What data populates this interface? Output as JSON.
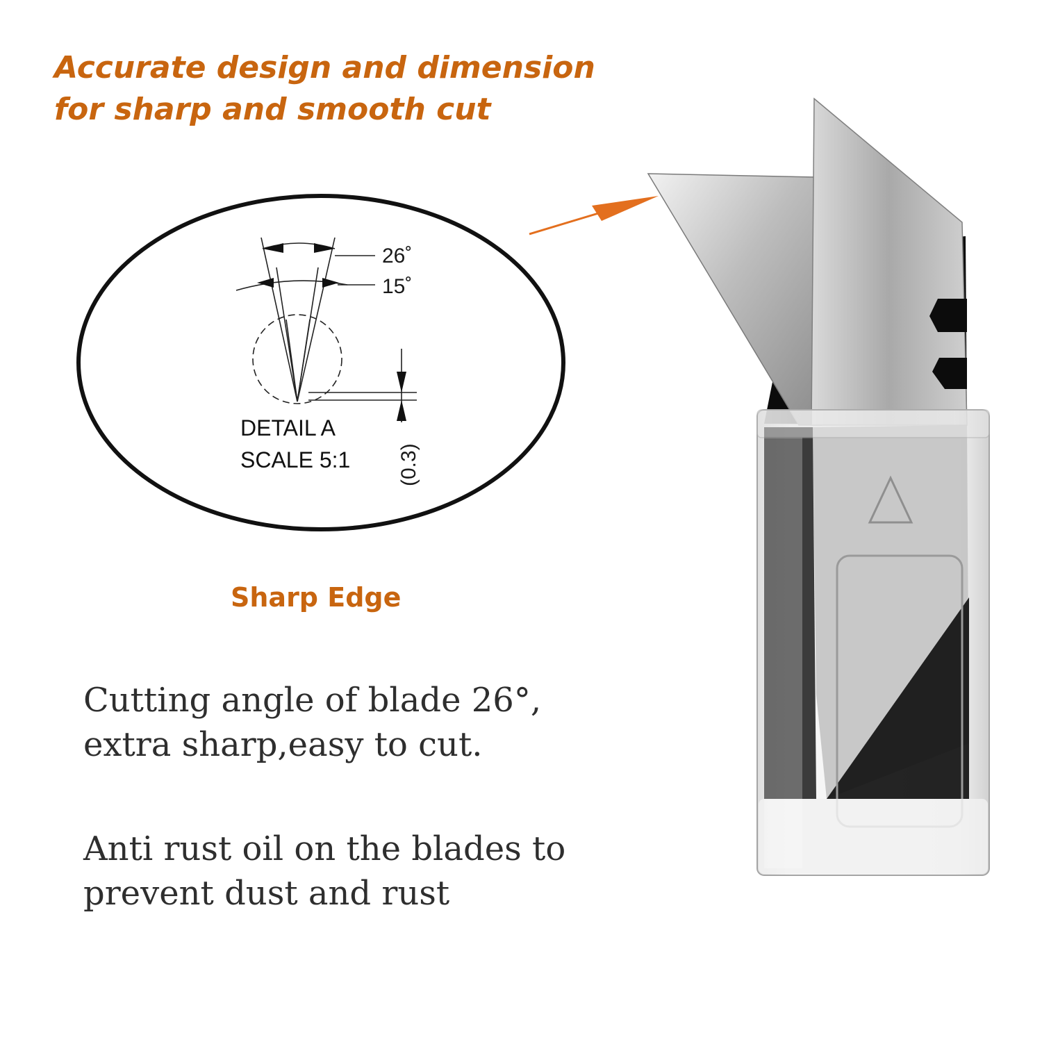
{
  "headline": {
    "line1": "Accurate design and dimension",
    "line2": "for sharp and smooth cut"
  },
  "detail": {
    "angle_outer": "26˚",
    "angle_inner": "15˚",
    "title": "DETAIL A",
    "scale": "SCALE 5:1",
    "edge_dimension": "(0.3)"
  },
  "caption": "Sharp Edge",
  "paragraphs": [
    {
      "line1": "Cutting angle of blade 26°,",
      "line2": "extra sharp,easy to cut."
    },
    {
      "line1": "Anti rust oil on the blades to",
      "line2": "prevent dust and rust"
    }
  ],
  "colors": {
    "accent": "#c8650f",
    "text": "#2e2e2e"
  }
}
